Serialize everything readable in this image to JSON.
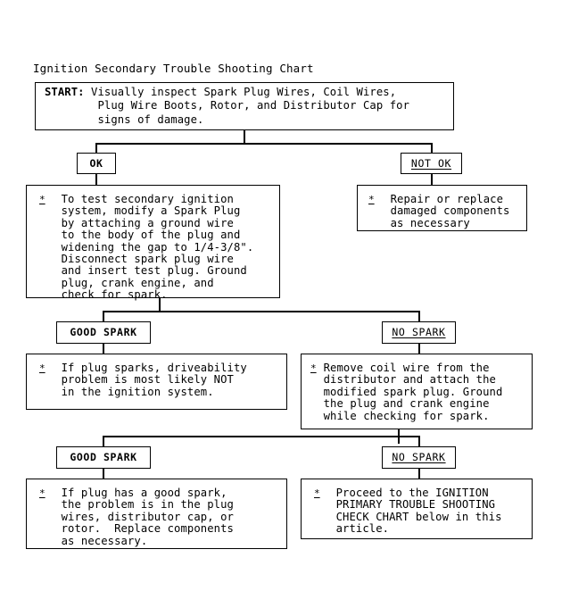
{
  "chart": {
    "title": "Ignition Secondary Trouble Shooting Chart",
    "start": {
      "keyword": "START:",
      "text": " Visually inspect Spark Plug Wires, Coil Wires,\n        Plug Wire Boots, Rotor, and Distributor Cap for\n        signs of damage."
    },
    "bullet_marker": "*",
    "branch1": {
      "left_label": "OK",
      "right_label": "NOT OK",
      "left_body": "To test secondary ignition\nsystem, modify a Spark Plug\nby attaching a ground wire\nto the body of the plug and\nwidening the gap to 1/4-3/8\".\nDisconnect spark plug wire\nand insert test plug. Ground\nplug, crank engine, and\ncheck for spark.",
      "right_body": "Repair or replace\ndamaged components\nas necessary"
    },
    "branch2": {
      "left_label": "GOOD SPARK",
      "right_label": "NO SPARK",
      "left_body": "If plug sparks, driveability\nproblem is most likely NOT\nin the ignition system.",
      "right_body": "Remove coil wire from the\ndistributor and attach the\nmodified spark plug. Ground\nthe plug and crank engine\nwhile checking for spark."
    },
    "branch3": {
      "left_label": "GOOD SPARK",
      "right_label": "NO SPARK",
      "left_body": "If plug has a good spark,\nthe problem is in the plug\nwires, distributor cap, or\nrotor.  Replace components\nas necessary.",
      "right_body": "Proceed to the IGNITION\nPRIMARY TROUBLE SHOOTING\nCHECK CHART below in this\narticle."
    },
    "colors": {
      "background": "#ffffff",
      "ink": "#000000"
    }
  }
}
